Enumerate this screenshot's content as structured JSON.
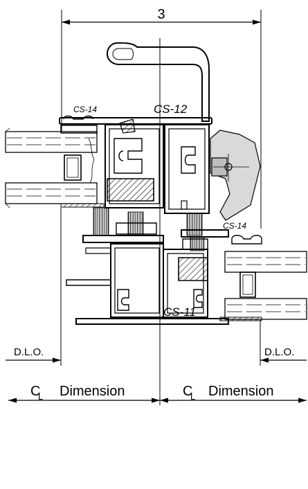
{
  "dimension_top": "3",
  "profiles": {
    "cs12": "CS-12",
    "cs14_left": "CS-14",
    "cs14_right": "CS-14",
    "cs11": "CS-11"
  },
  "dlo_left": "D.L.O.",
  "dlo_right": "D.L.O.",
  "cl_left": {
    "c": "C",
    "l": "L",
    "word": "Dimension"
  },
  "cl_right": {
    "c": "C",
    "l": "L",
    "word": "Dimension"
  }
}
